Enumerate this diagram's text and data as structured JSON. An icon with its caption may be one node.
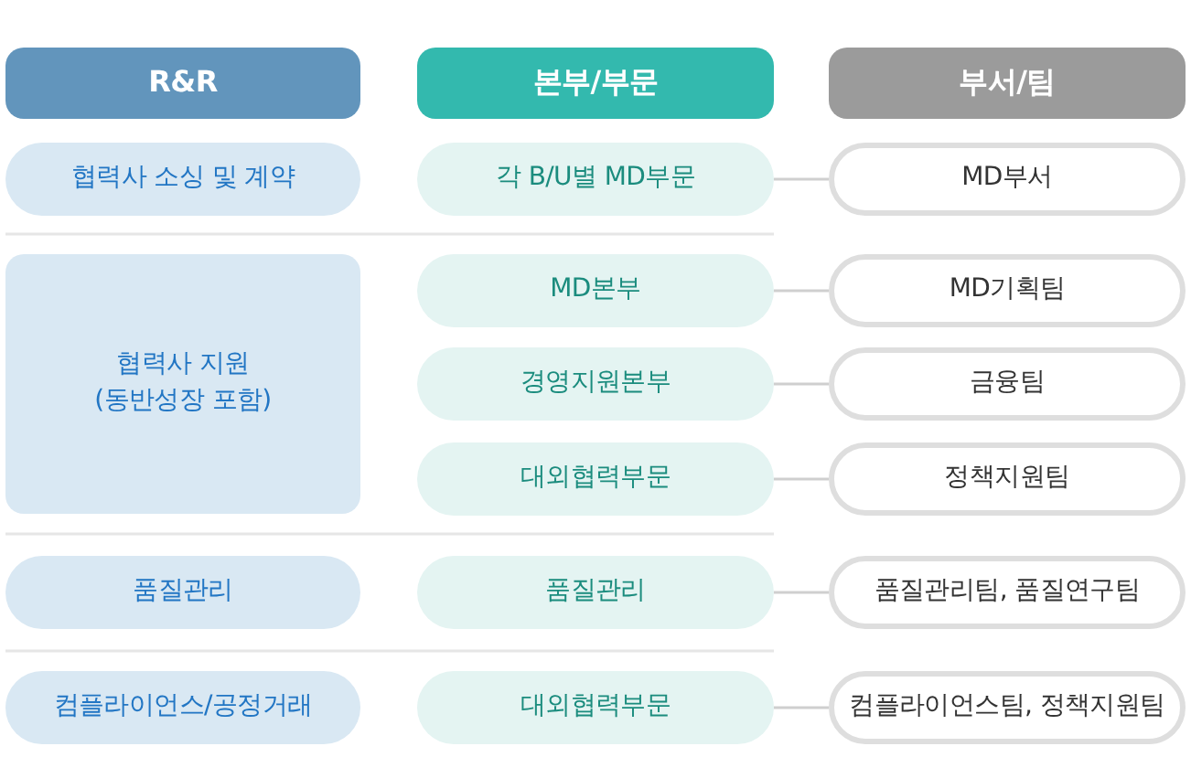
{
  "diagram": {
    "nodes": [
      {
        "text": [
          "R&R"
        ]
      },
      {
        "text": [
          "본부/부문"
        ]
      },
      {
        "text": [
          "부서/팀"
        ]
      },
      {
        "text": [
          "협력사 소싱 및 계약"
        ]
      },
      {
        "text": [
          "각 B/U별 MD부문"
        ]
      },
      {
        "text": [
          "MD부서"
        ]
      },
      {
        "text": [
          "협력사 지원 (동반성장 포함)"
        ]
      },
      {
        "text": [
          "MD본부"
        ]
      },
      {
        "text": [
          "MD기획팀"
        ]
      },
      {
        "text": [
          "경영지원본부"
        ]
      },
      {
        "text": [
          "금융팀"
        ]
      },
      {
        "text": [
          "대외협력부문"
        ]
      },
      {
        "text": [
          "정책지원팀"
        ]
      },
      {
        "text": [
          "품질관리"
        ]
      },
      {
        "text": [
          "품질관리"
        ]
      },
      {
        "text": [
          "품질관리팀, 품질연구팀"
        ]
      },
      {
        "text": [
          "컴플라이언스/공정거래"
        ]
      },
      {
        "text": [
          "대외협력부문"
        ]
      },
      {
        "text": [
          "컴플라이언스팀, 정책지원팀"
        ]
      }
    ],
    "edges": [
      {
        "from": 4,
        "to": 5,
        "arrow": "none"
      },
      {
        "from": 7,
        "to": 8,
        "arrow": "none"
      },
      {
        "from": 9,
        "to": 10,
        "arrow": "none"
      },
      {
        "from": 11,
        "to": 12,
        "arrow": "none"
      },
      {
        "from": 14,
        "to": 15,
        "arrow": "none"
      },
      {
        "from": 17,
        "to": 18,
        "arrow": "none"
      }
    ]
  }
}
